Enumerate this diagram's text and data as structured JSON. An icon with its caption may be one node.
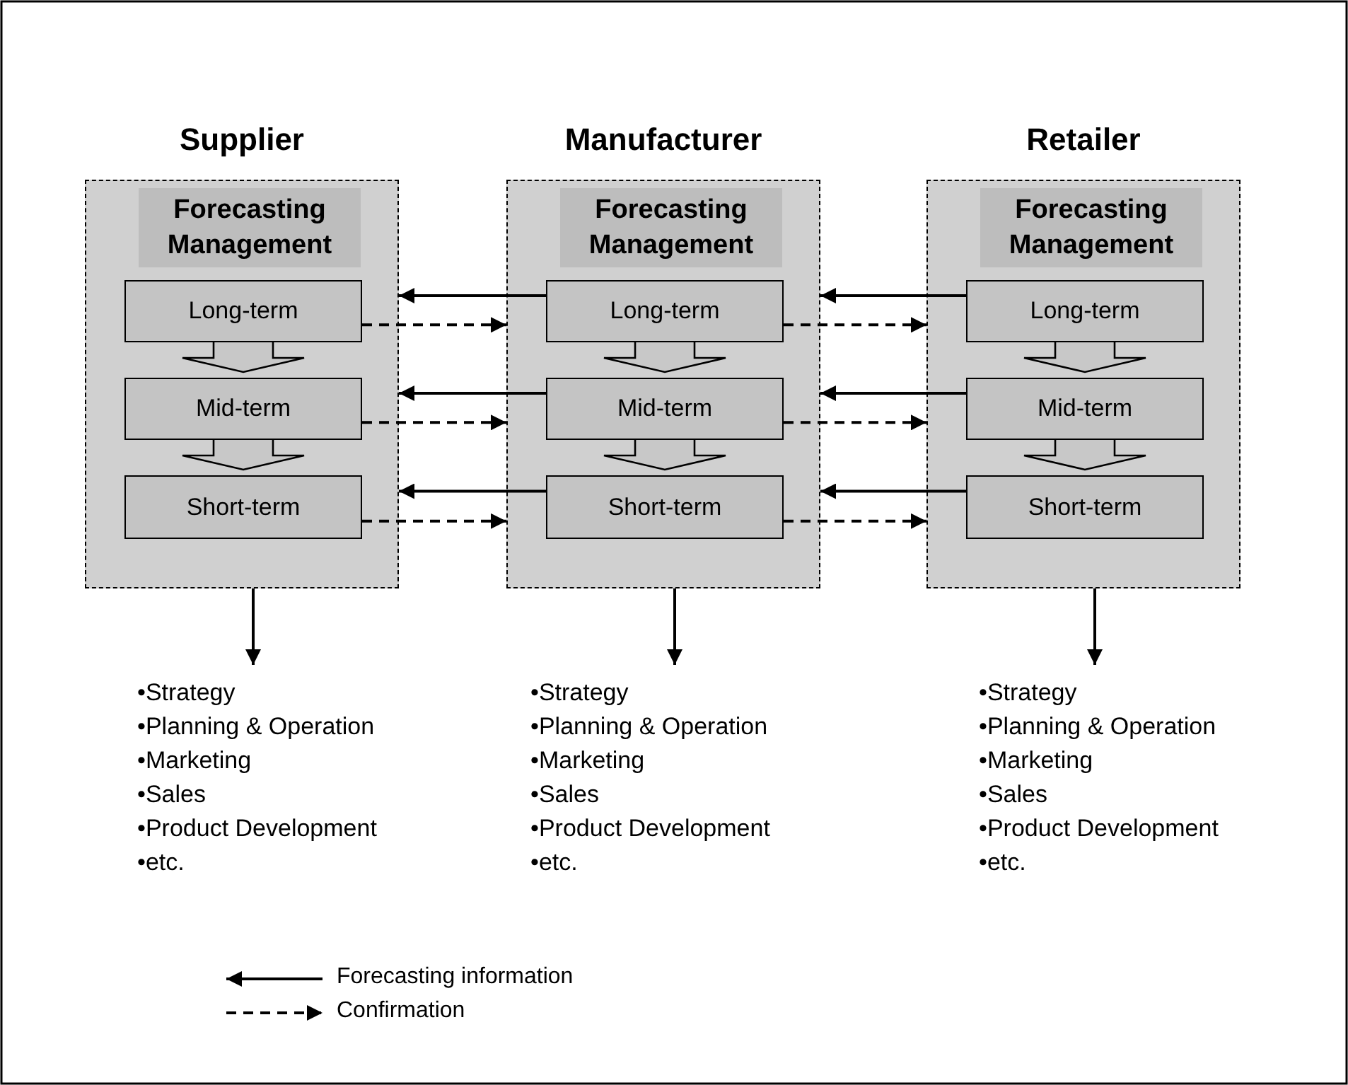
{
  "diagram": {
    "nodes": [
      {
        "text": [
          "Supplier"
        ]
      },
      {
        "text": [
          "Forecasting Management"
        ],
        "in": 0
      },
      {
        "text": [
          "Long-term"
        ],
        "in": 0
      },
      {
        "text": [
          "Mid-term"
        ],
        "in": 0
      },
      {
        "text": [
          "Short-term"
        ],
        "in": 0
      },
      {
        "text": [
          "•Strategy",
          "•Planning & Operation",
          "•Marketing",
          "•Sales",
          "•Product Development",
          "•etc."
        ]
      },
      {
        "text": [
          "Manufacturer"
        ]
      },
      {
        "text": [
          "Forecasting Management"
        ],
        "in": 6
      },
      {
        "text": [
          "Long-term"
        ],
        "in": 6
      },
      {
        "text": [
          "Mid-term"
        ],
        "in": 6
      },
      {
        "text": [
          "Short-term"
        ],
        "in": 6
      },
      {
        "text": [
          "•Strategy",
          "•Planning & Operation",
          "•Marketing",
          "•Sales",
          "•Product Development",
          "•etc."
        ]
      },
      {
        "text": [
          "Retailer"
        ]
      },
      {
        "text": [
          "Forecasting Management"
        ],
        "in": 12
      },
      {
        "text": [
          "Long-term"
        ],
        "in": 12
      },
      {
        "text": [
          "Mid-term"
        ],
        "in": 12
      },
      {
        "text": [
          "Short-term"
        ],
        "in": 12
      },
      {
        "text": [
          "•Strategy",
          "•Planning & Operation",
          "•Marketing",
          "•Sales",
          "•Product Development",
          "•etc."
        ]
      }
    ],
    "edges": [
      {
        "from": 2,
        "to": 3,
        "arrow": "to"
      },
      {
        "from": 3,
        "to": 4,
        "arrow": "to"
      },
      {
        "from": 0,
        "to": 5,
        "arrow": "to"
      },
      {
        "from": 8,
        "to": 9,
        "arrow": "to"
      },
      {
        "from": 9,
        "to": 10,
        "arrow": "to"
      },
      {
        "from": 6,
        "to": 11,
        "arrow": "to"
      },
      {
        "from": 14,
        "to": 15,
        "arrow": "to"
      },
      {
        "from": 15,
        "to": 16,
        "arrow": "to"
      },
      {
        "from": 12,
        "to": 17,
        "arrow": "to"
      },
      {
        "from": 8,
        "to": 0,
        "arrow": "to"
      },
      {
        "from": 2,
        "to": 6,
        "arrow": "to",
        "style": "dashed"
      },
      {
        "from": 9,
        "to": 0,
        "arrow": "to"
      },
      {
        "from": 3,
        "to": 6,
        "arrow": "to",
        "style": "dashed"
      },
      {
        "from": 10,
        "to": 0,
        "arrow": "to"
      },
      {
        "from": 4,
        "to": 6,
        "arrow": "to",
        "style": "dashed"
      },
      {
        "from": 14,
        "to": 6,
        "arrow": "to"
      },
      {
        "from": 8,
        "to": 12,
        "arrow": "to",
        "style": "dashed"
      },
      {
        "from": 15,
        "to": 6,
        "arrow": "to"
      },
      {
        "from": 9,
        "to": 12,
        "arrow": "to",
        "style": "dashed"
      },
      {
        "from": 16,
        "to": 6,
        "arrow": "to"
      },
      {
        "from": 10,
        "to": 12,
        "arrow": "to",
        "style": "dashed"
      }
    ],
    "legend": [
      {
        "text": "Forecasting information"
      },
      {
        "text": "Confirmation"
      }
    ]
  }
}
